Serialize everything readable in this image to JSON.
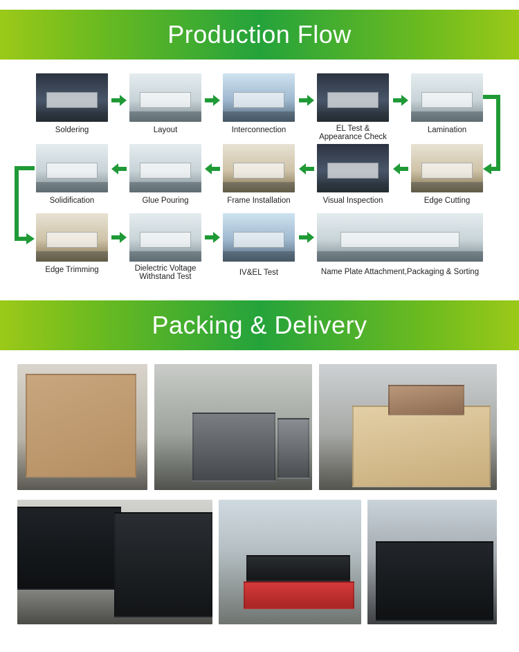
{
  "sections": {
    "production": {
      "title": "Production Flow"
    },
    "packing": {
      "title": "Packing & Delivery"
    }
  },
  "production_steps": {
    "row1": [
      {
        "label": "Soldering"
      },
      {
        "label": "Layout"
      },
      {
        "label": "Interconnection"
      },
      {
        "label_line1": "EL Test &",
        "label_line2": "Appearance Check"
      },
      {
        "label": "Lamination"
      }
    ],
    "row2": [
      {
        "label": "Solidification"
      },
      {
        "label": "Glue Pouring"
      },
      {
        "label": "Frame Installation"
      },
      {
        "label": "Visual Inspection"
      },
      {
        "label": "Edge Cutting"
      }
    ],
    "row3": [
      {
        "label": "Edge Trimming"
      },
      {
        "label_line1": "Dielectric Voltage",
        "label_line2": "Withstand Test"
      },
      {
        "label": "IV&EL Test"
      },
      {
        "label": "Name Plate Attachment,Packaging & Sorting"
      }
    ]
  },
  "colors": {
    "arrow_green": "#1f9a36",
    "banner_center": "#24a33b",
    "banner_edge": "#9bc918"
  },
  "icons": {
    "step_arrow": "arrow-right-icon",
    "step_arrow_back": "arrow-left-icon",
    "row_connector": "elbow-connector-icon"
  }
}
